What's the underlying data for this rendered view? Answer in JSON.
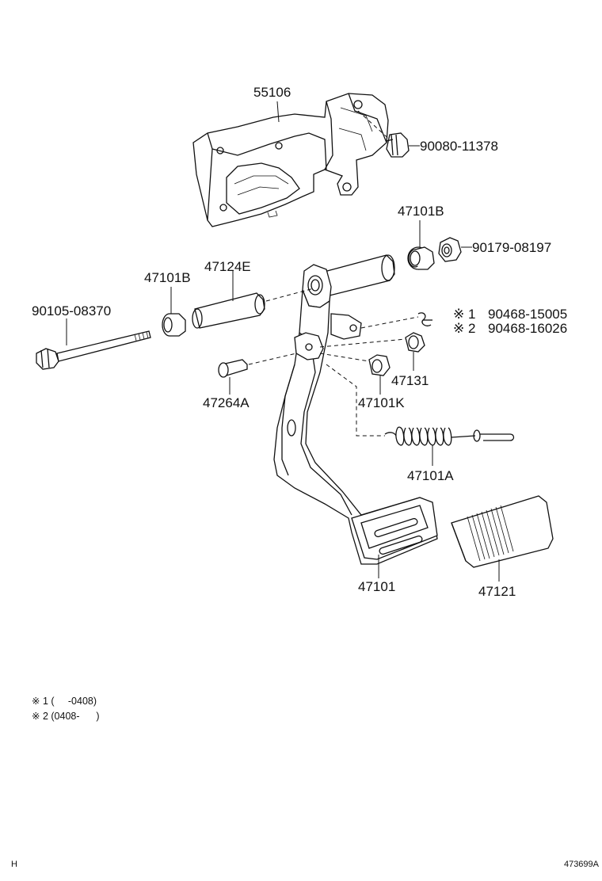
{
  "parts": {
    "p55106": "55106",
    "p90080_11378": "90080-11378",
    "p47101B_right": "47101B",
    "p90179_08197": "90179-08197",
    "p47101B_left": "47101B",
    "p47124E": "47124E",
    "p90105_08370": "90105-08370",
    "p90468_15005": "90468-15005",
    "p90468_16026": "90468-16026",
    "p47131": "47131",
    "p47264A": "47264A",
    "p47101K": "47101K",
    "p47101A": "47101A",
    "p47101": "47101",
    "p47121": "47121"
  },
  "marks": {
    "mark1": "※ 1",
    "mark2": "※ 2"
  },
  "notes": {
    "note1": "※ 1 (     -0408)",
    "note2": "※ 2 (0408-      )"
  },
  "footer": {
    "left_code": "H",
    "diagram_id": "473699A"
  }
}
